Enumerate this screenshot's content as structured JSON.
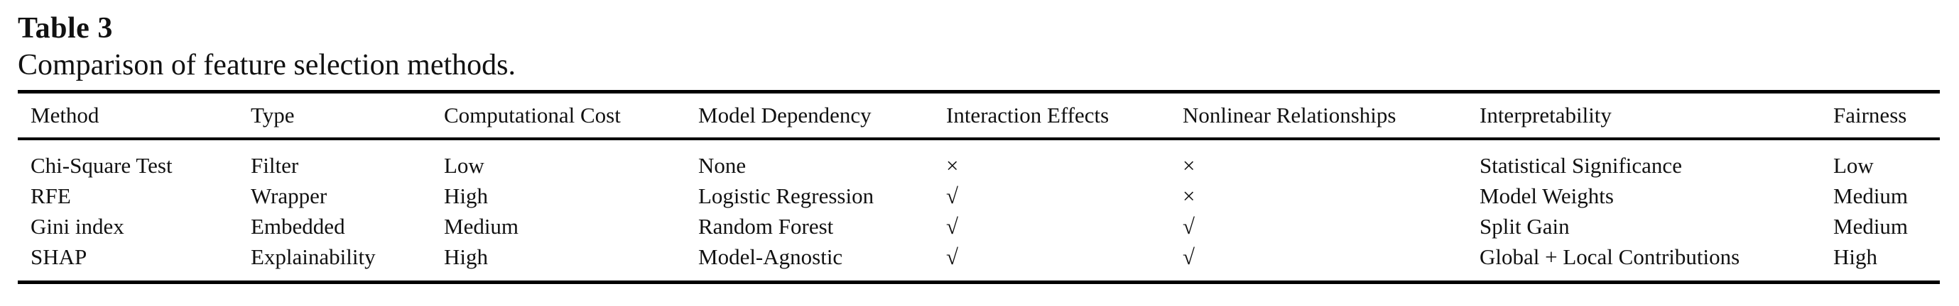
{
  "table": {
    "label": "Table 3",
    "caption": "Comparison of feature selection methods.",
    "columns": [
      "Method",
      "Type",
      "Computational Cost",
      "Model Dependency",
      "Interaction Effects",
      "Nonlinear Relationships",
      "Interpretability",
      "Fairness"
    ],
    "rows": [
      [
        "Chi-Square Test",
        "Filter",
        "Low",
        "None",
        "×",
        "×",
        "Statistical Significance",
        "Low"
      ],
      [
        "RFE",
        "Wrapper",
        "High",
        "Logistic Regression",
        "√",
        "×",
        "Model Weights",
        "Medium"
      ],
      [
        "Gini index",
        "Embedded",
        "Medium",
        "Random Forest",
        "√",
        "√",
        "Split Gain",
        "Medium"
      ],
      [
        "SHAP",
        "Explainability",
        "High",
        "Model-Agnostic",
        "√",
        "√",
        "Global + Local Contributions",
        "High"
      ]
    ],
    "symbols": {
      "yes": "√",
      "no": "×"
    }
  },
  "colors": {
    "background": "#ffffff",
    "text": "#111111",
    "rule": "#000000"
  }
}
